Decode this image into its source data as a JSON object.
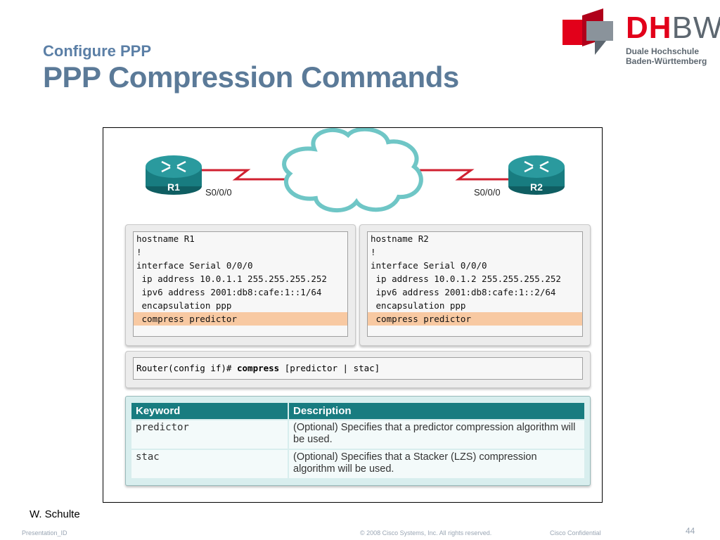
{
  "header": {
    "subtitle": "Configure PPP",
    "title": "PPP Compression Commands"
  },
  "logo": {
    "dh": "DH",
    "bw": "BW",
    "line1": "Duale Hochschule",
    "line2": "Baden-Württemberg",
    "colors": {
      "red": "#e2001a",
      "gray": "#5d6770"
    }
  },
  "topology": {
    "r1": {
      "label": "R1",
      "interface": "S0/0/0"
    },
    "r2": {
      "label": "R2",
      "interface": "S0/0/0"
    },
    "colors": {
      "router": "#187c80",
      "link": "#d02030",
      "cloud": "#6fc6c6"
    }
  },
  "config_r1": [
    {
      "text": "hostname R1",
      "highlight": false
    },
    {
      "text": "!",
      "highlight": false
    },
    {
      "text": "interface Serial 0/0/0",
      "highlight": false
    },
    {
      "text": " ip address 10.0.1.1 255.255.255.252",
      "highlight": false
    },
    {
      "text": " ipv6 address 2001:db8:cafe:1::1/64",
      "highlight": false
    },
    {
      "text": " encapsulation ppp",
      "highlight": false
    },
    {
      "text": " compress predictor",
      "highlight": true
    }
  ],
  "config_r2": [
    {
      "text": "hostname R2",
      "highlight": false
    },
    {
      "text": "!",
      "highlight": false
    },
    {
      "text": "interface Serial 0/0/0",
      "highlight": false
    },
    {
      "text": " ip address 10.0.1.2 255.255.255.252",
      "highlight": false
    },
    {
      "text": " ipv6 address 2001:db8:cafe:1::2/64",
      "highlight": false
    },
    {
      "text": " encapsulation ppp",
      "highlight": false
    },
    {
      "text": " compress predictor",
      "highlight": true
    }
  ],
  "command": {
    "prefix": "Router(config if)# ",
    "keyword": "compress",
    "suffix": " [predictor | stac]"
  },
  "keyword_table": {
    "headers": [
      "Keyword",
      "Description"
    ],
    "rows": [
      {
        "keyword": "predictor",
        "description": "(Optional) Specifies that a predictor compression algorithm will be used."
      },
      {
        "keyword": "stac",
        "description": "(Optional) Specifies that a Stacker (LZS) compression algorithm will be used."
      }
    ]
  },
  "footer": {
    "author": "W. Schulte",
    "presentation_id": "Presentation_ID",
    "copyright": "© 2008 Cisco Systems, Inc. All rights reserved.",
    "confidential": "Cisco Confidential",
    "page": "44"
  }
}
